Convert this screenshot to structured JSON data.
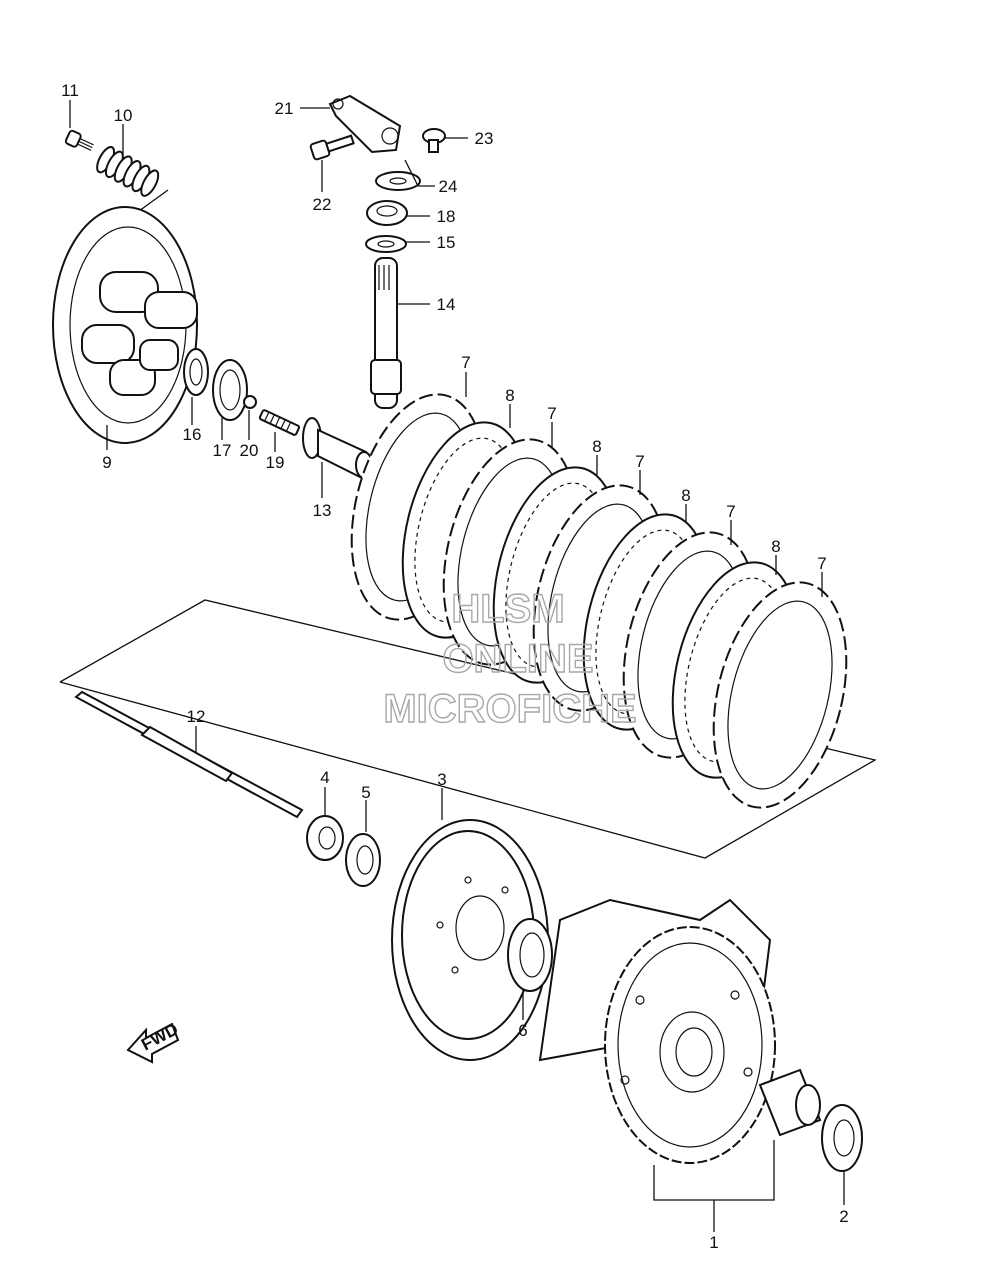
{
  "callouts": {
    "p1": "1",
    "p2": "2",
    "p3": "3",
    "p4": "4",
    "p5": "5",
    "p6": "6",
    "p7a": "7",
    "p7b": "7",
    "p7c": "7",
    "p7d": "7",
    "p7e": "7",
    "p8a": "8",
    "p8b": "8",
    "p8c": "8",
    "p8d": "8",
    "p9": "9",
    "p10": "10",
    "p11": "11",
    "p12": "12",
    "p13": "13",
    "p14": "14",
    "p15": "15",
    "p16": "16",
    "p17": "17",
    "p18": "18",
    "p19": "19",
    "p20": "20",
    "p21": "21",
    "p22": "22",
    "p23": "23",
    "p24": "24"
  },
  "watermark": {
    "line1": "HLSM",
    "line2": "ONLINE",
    "line3": "MICROFICHE"
  },
  "fwd_arrow": {
    "label": "FWD",
    "icon": "direction-arrow-icon"
  }
}
